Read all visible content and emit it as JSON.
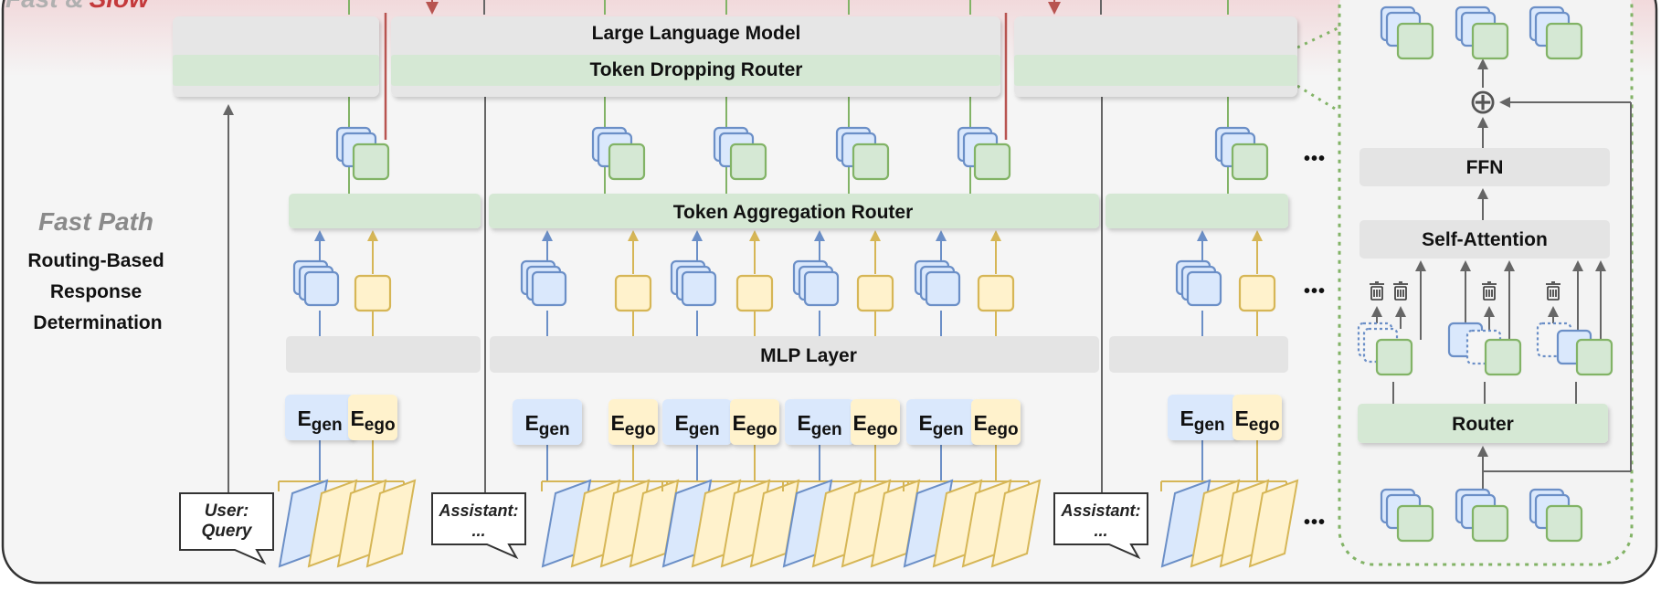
{
  "figure": {
    "corner_title_part1": "Fast &",
    "corner_title_part2": "Slow",
    "fast_path_title": "Fast Path",
    "fast_path_desc": [
      "Routing-Based",
      "Response",
      "Determination"
    ]
  },
  "layers": {
    "llm": "Large Language Model",
    "dropping_router": "Token Dropping Router",
    "aggregation_router": "Token Aggregation Router",
    "mlp": "MLP Layer"
  },
  "experts": {
    "gen_main": "E",
    "gen_sub": "gen",
    "ego_main": "E",
    "ego_sub": "ego"
  },
  "bubbles": {
    "user": [
      "User:",
      "Query"
    ],
    "assistant": [
      "Assistant:",
      "..."
    ]
  },
  "detail": {
    "ffn": "FFN",
    "self_attention": "Self-Attention",
    "router": "Router",
    "plus": "⊕"
  },
  "ellipsis": "•••",
  "colors": {
    "blue": "#6b8fc7",
    "blue_fill": "#dae8fc",
    "green": "#82b366",
    "green_fill": "#d5e8d4",
    "yellow": "#d6b656",
    "yellow_fill": "#fff2cc",
    "red": "#b85450",
    "gray_arrow": "#666666"
  }
}
